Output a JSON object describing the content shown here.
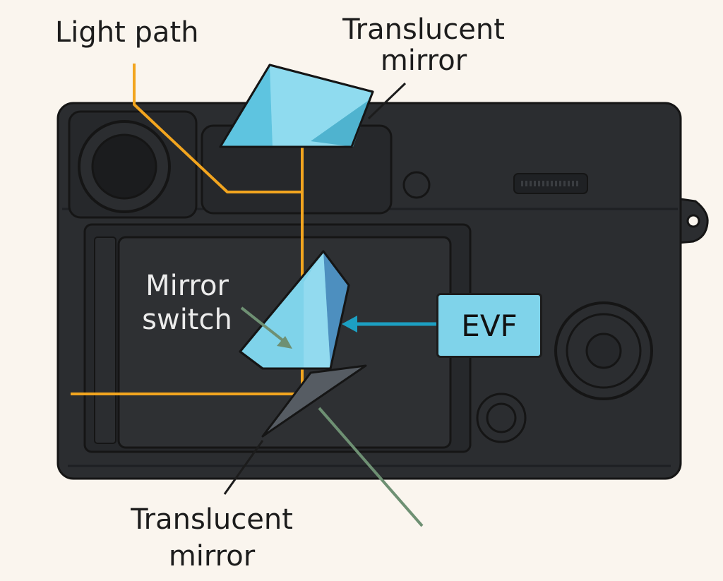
{
  "labels": {
    "light_path": "Light path",
    "top_mirror": [
      "Translucent",
      "mirror"
    ],
    "mirror_switch": [
      "Mirror",
      "switch"
    ],
    "evf": "EVF",
    "bottom_mirror": [
      "Translucent",
      "mirror"
    ]
  },
  "colors": {
    "background": "#faf5ee",
    "camera_body": "#2b2d30",
    "light_path": "#f2a51f",
    "glass": "#7fd3ea",
    "evf_arrow": "#1c9fc2",
    "leader_green": "#6e9073"
  }
}
